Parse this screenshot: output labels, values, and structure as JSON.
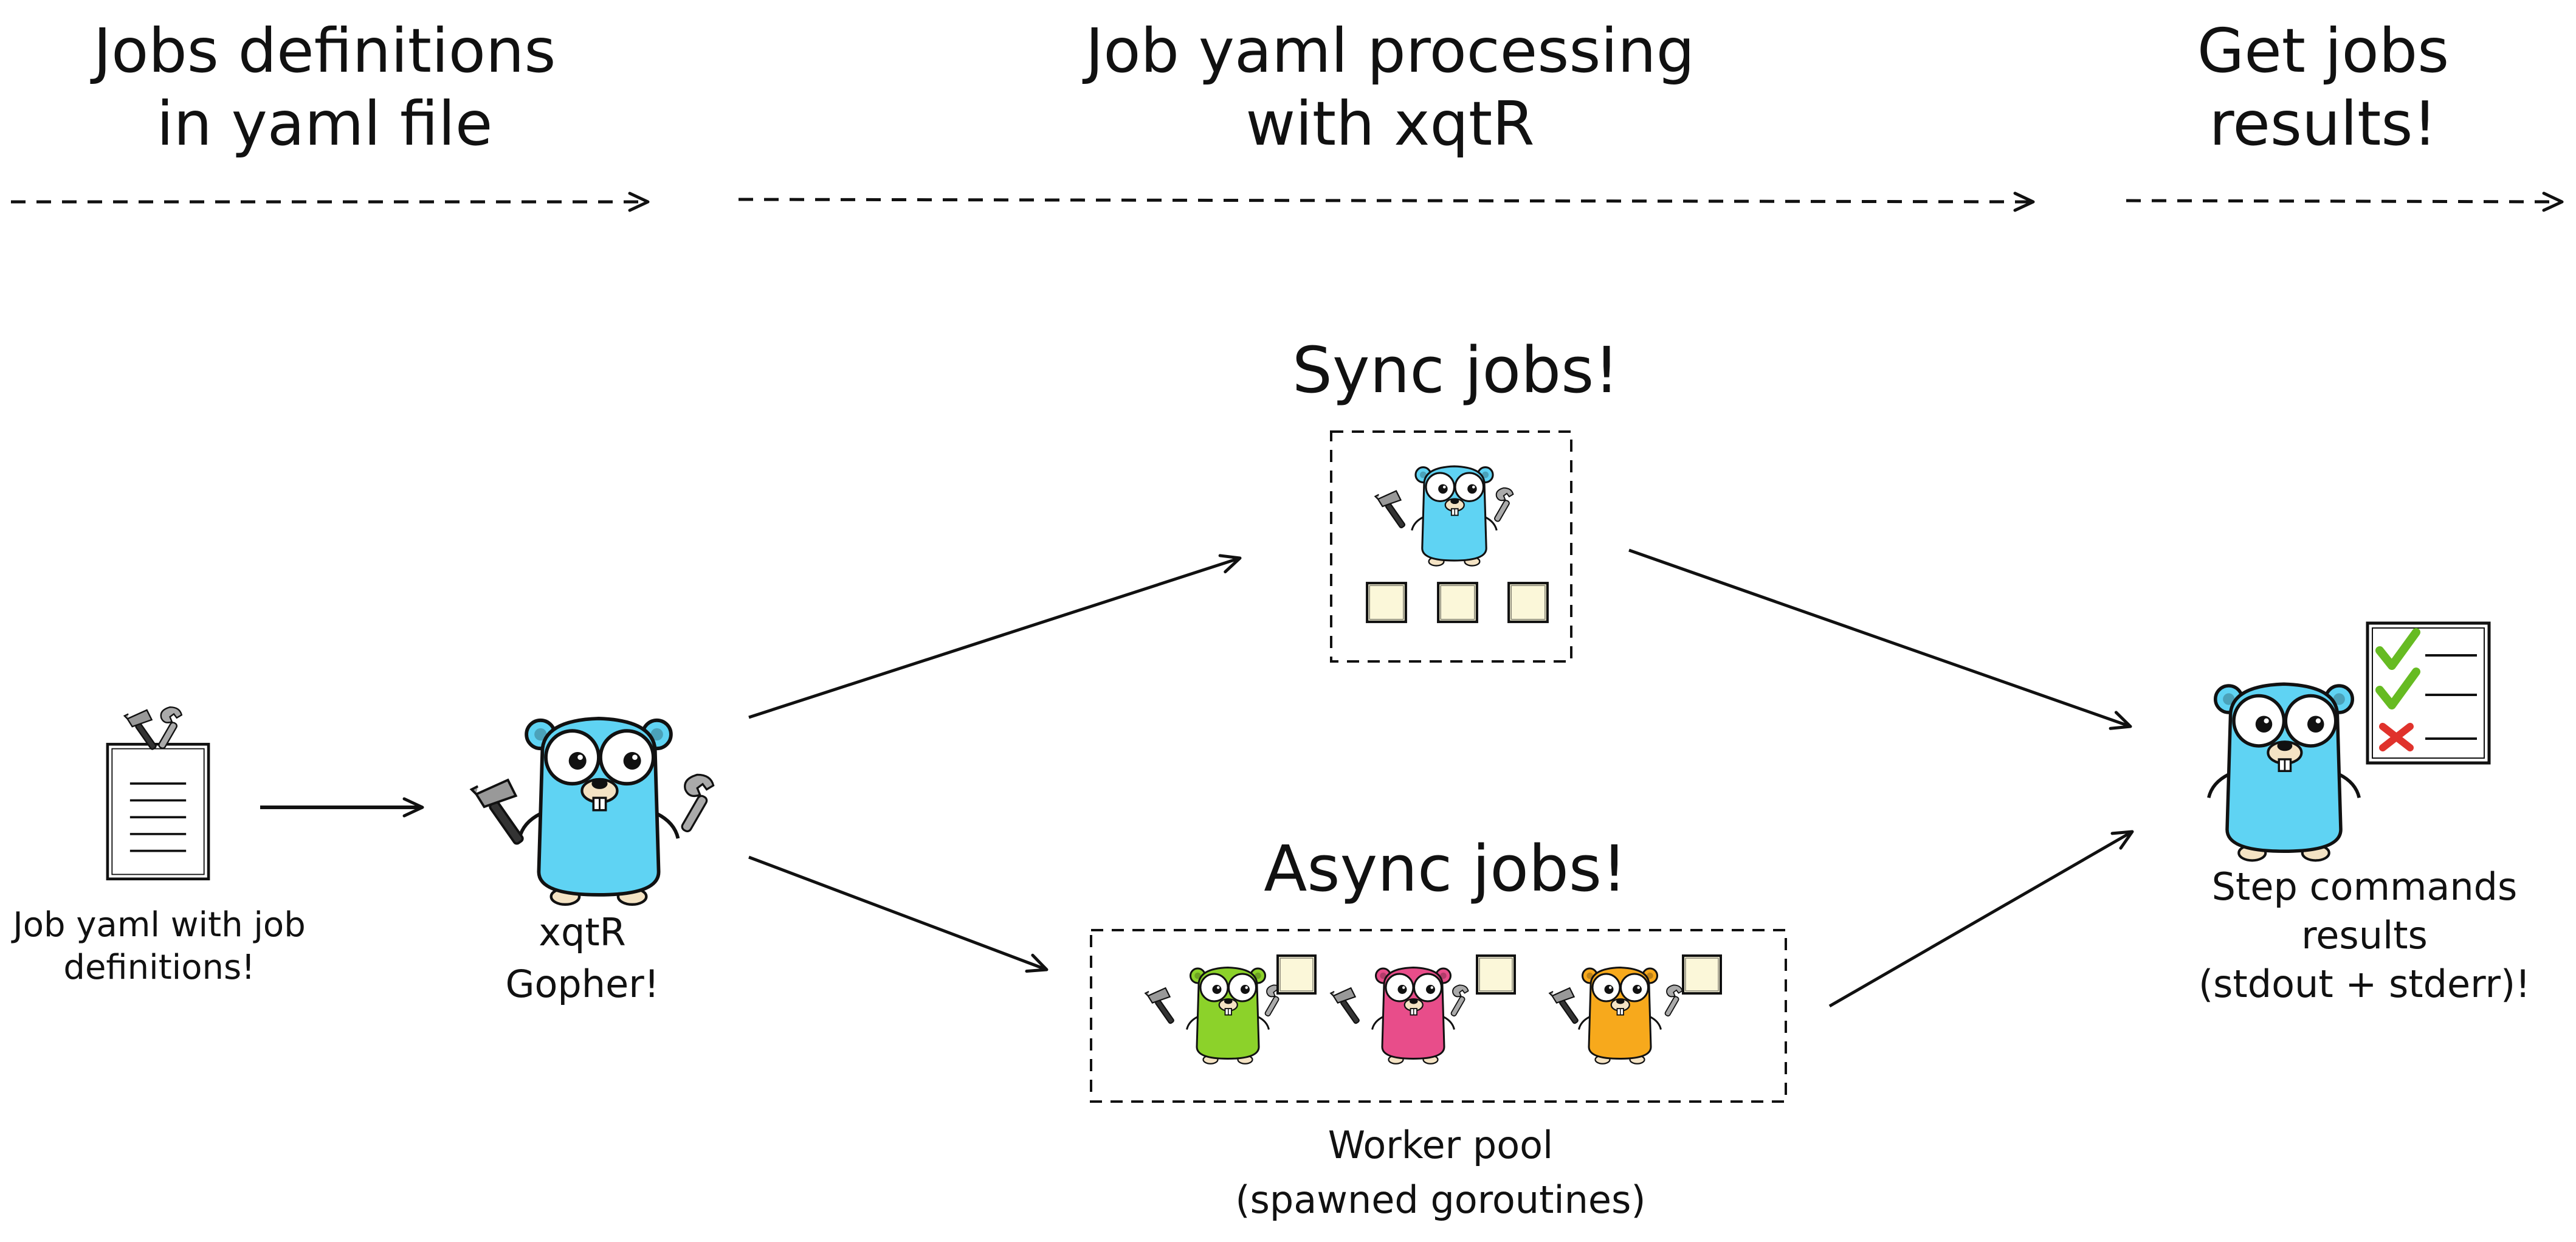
{
  "headers": {
    "h1": {
      "line1": "Jobs definitions",
      "line2": "in yaml file"
    },
    "h2": {
      "line1": "Job yaml processing",
      "line2": "with xqtR"
    },
    "h3": {
      "line1": "Get jobs",
      "line2": "results!"
    }
  },
  "sections": {
    "sync": "Sync jobs!",
    "async": "Async jobs!"
  },
  "captions": {
    "yaml_doc": {
      "line1": "Job yaml with job",
      "line2": "definitions!"
    },
    "xqtr_gopher": {
      "line1": "xqtR",
      "line2": "Gopher!"
    },
    "worker_pool": {
      "line1": "Worker pool",
      "line2": "(spawned goroutines)"
    },
    "results": {
      "line1": "Step commands",
      "line2": "results",
      "line3": "(stdout + stderr)!"
    }
  },
  "colors": {
    "gopher_blue": "#5fd3f3",
    "gopher_green": "#8cd22a",
    "gopher_pink": "#e84d8a",
    "gopher_orange": "#f7a91c",
    "task_box": "#fbf7d9",
    "check_green": "#66bb22",
    "cross_red": "#e0322c"
  },
  "icons": {
    "gopher": "gopher-icon",
    "document": "document-icon",
    "hammer": "hammer-icon",
    "wrench": "wrench-icon",
    "checklist": "checklist-icon"
  }
}
